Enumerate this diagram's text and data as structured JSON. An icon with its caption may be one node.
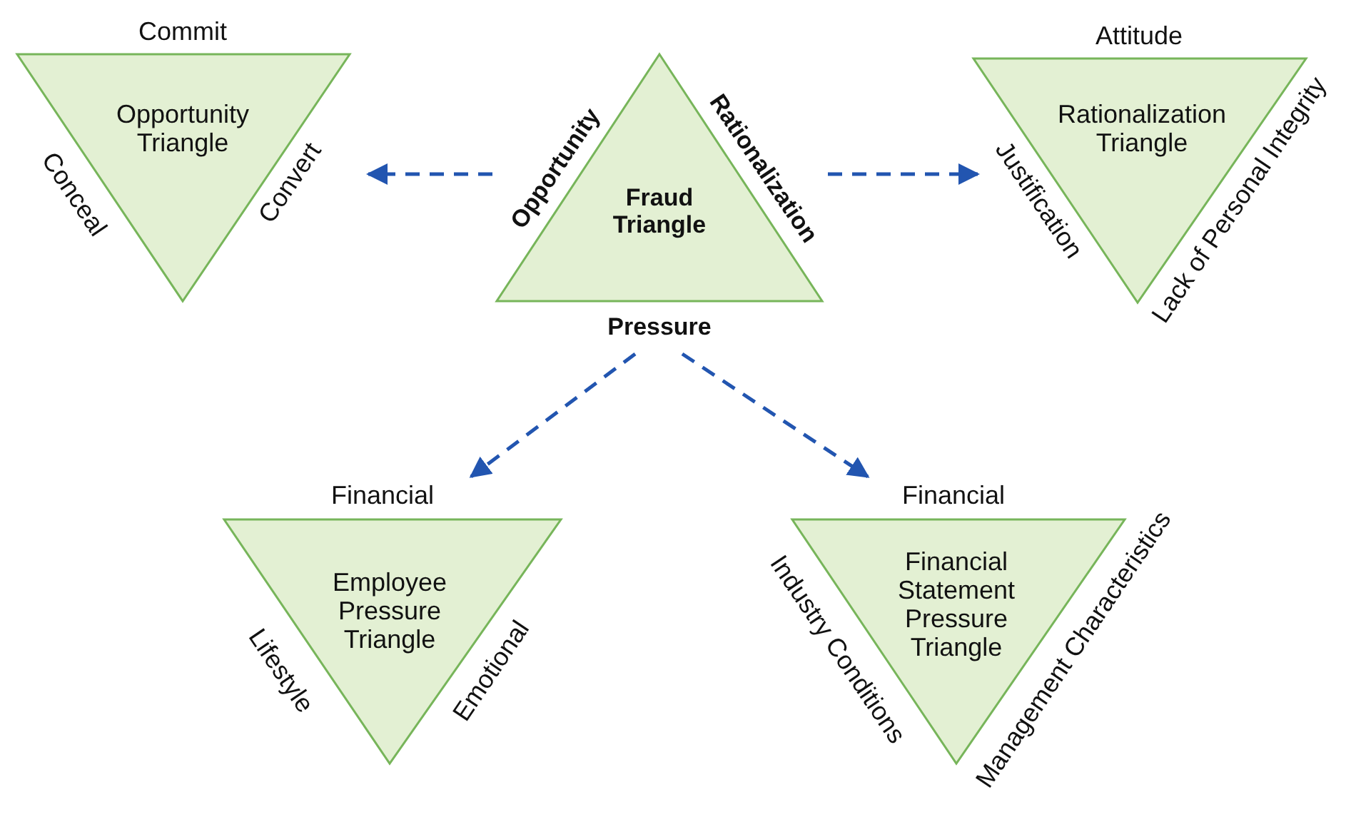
{
  "diagram": {
    "nodes": [
      {
        "text": [
          "Commit",
          "Opportunity Triangle",
          "Conceal",
          "Convert"
        ]
      },
      {
        "text": [
          "Fraud Triangle",
          "Opportunity",
          "Rationalization",
          "Pressure"
        ]
      },
      {
        "text": [
          "Attitude",
          "Rationalization Triangle",
          "Justification",
          "Lack of Personal Integrity"
        ]
      },
      {
        "text": [
          "Financial",
          "Employee Pressure Triangle",
          "Lifestyle",
          "Emotional"
        ]
      },
      {
        "text": [
          "Financial",
          "Financial Statement Pressure Triangle",
          "Industry Conditions",
          "Management Characteristics"
        ]
      }
    ],
    "edges": [
      {
        "from": 1,
        "to": 0,
        "arrow": "to",
        "style": "dashed"
      },
      {
        "from": 1,
        "to": 2,
        "arrow": "to",
        "style": "dashed"
      },
      {
        "from": 1,
        "to": 3,
        "arrow": "to",
        "style": "dashed"
      },
      {
        "from": 1,
        "to": 4,
        "arrow": "to",
        "style": "dashed"
      }
    ]
  }
}
